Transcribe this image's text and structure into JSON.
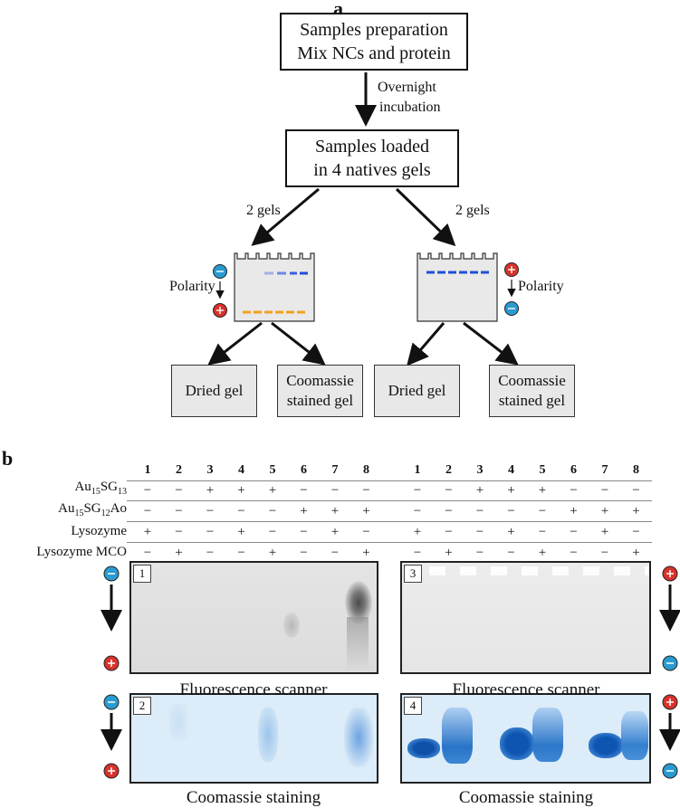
{
  "panel_a": {
    "letter": "a",
    "step1_line1": "Samples preparation",
    "step1_line2": "Mix NCs and protein",
    "arrow_label_line1": "Overnight",
    "arrow_label_line2": "incubation",
    "step2_line1": "Samples loaded",
    "step2_line2": "in 4 natives gels",
    "branch_left_label": "2 gels",
    "branch_right_label": "2 gels",
    "polarity_left": "Polarity",
    "polarity_right": "Polarity",
    "outcomes": [
      {
        "line1": "Dried gel",
        "line2": ""
      },
      {
        "line1": "Coomassie",
        "line2": "stained gel"
      },
      {
        "line1": "Dried gel",
        "line2": ""
      },
      {
        "line1": "Coomassie",
        "line2": "stained gel"
      }
    ],
    "colors": {
      "band_blue": "#1f4fd6",
      "band_orange": "#f2a21b",
      "neg": "#2a9bd0",
      "pos": "#d9322b"
    }
  },
  "panel_b": {
    "letter": "b",
    "lanes": [
      "1",
      "2",
      "3",
      "4",
      "5",
      "6",
      "7",
      "8"
    ],
    "row_labels": [
      "Au15SG13",
      "Au15SG12Ao",
      "Lysozyme",
      "Lysozyme MCO"
    ],
    "rows": [
      [
        "−",
        "−",
        "+",
        "+",
        "+",
        "−",
        "−",
        "−"
      ],
      [
        "−",
        "−",
        "−",
        "−",
        "−",
        "+",
        "+",
        "+"
      ],
      [
        "+",
        "−",
        "−",
        "+",
        "−",
        "−",
        "+",
        "−"
      ],
      [
        "−",
        "+",
        "−",
        "−",
        "+",
        "−",
        "−",
        "+"
      ]
    ],
    "gels": [
      {
        "num": "1",
        "caption": "Fluorescence scanner"
      },
      {
        "num": "3",
        "caption": "Fluorescence scanner"
      },
      {
        "num": "2",
        "caption": "Coomassie staining"
      },
      {
        "num": "4",
        "caption": "Coomassie staining"
      }
    ]
  }
}
